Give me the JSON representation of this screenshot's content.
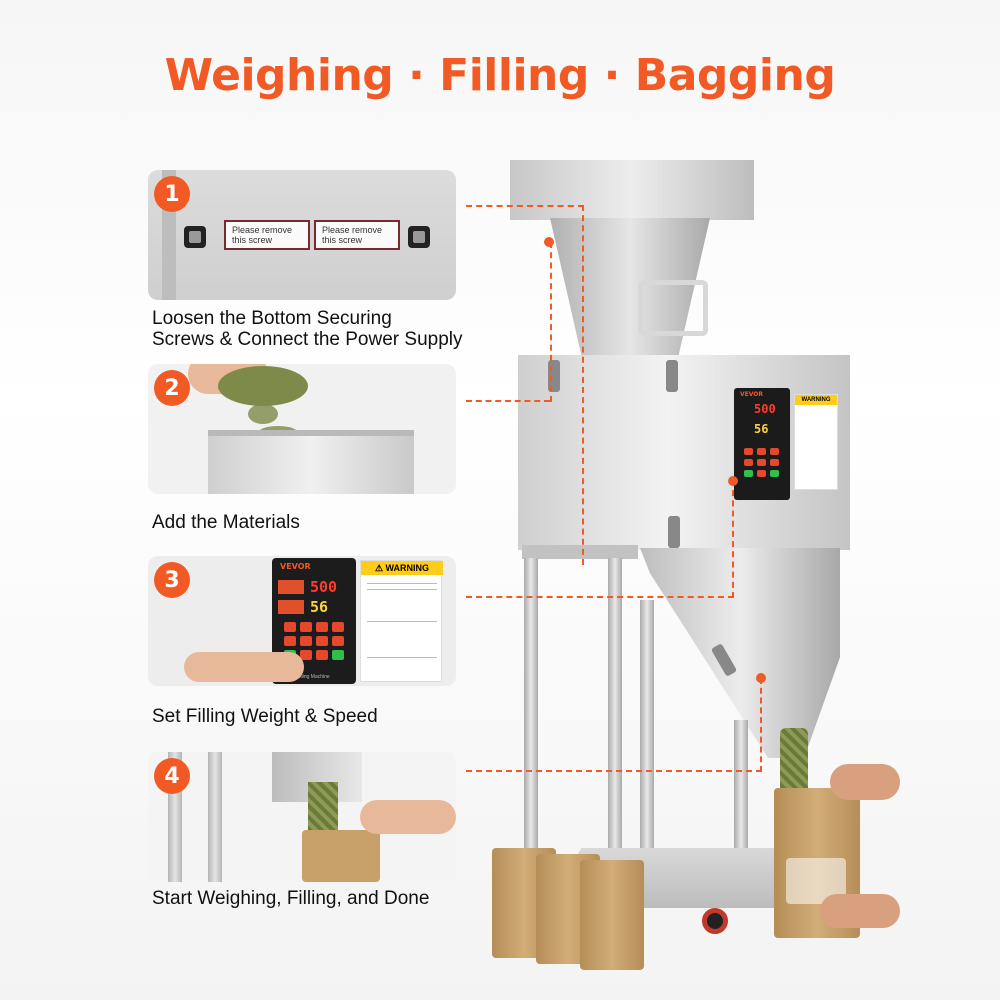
{
  "headline": "Weighing · Filling · Bagging",
  "colors": {
    "accent": "#f15a24",
    "text": "#111111",
    "warning": "#ffcc1a"
  },
  "steps": [
    {
      "number": "1",
      "caption_line1": "Loosen the Bottom Securing",
      "caption_line2": "Screws & Connect the Power Supply",
      "photo_labels": [
        "Please remove this screw",
        "Please remove this screw"
      ]
    },
    {
      "number": "2",
      "caption_line1": "Add the Materials"
    },
    {
      "number": "3",
      "caption_line1": "Set Filling  Weight & Speed",
      "panel": {
        "brand": "VEVOR",
        "weight_display": "500",
        "speed_display": "56",
        "footer": "Powder Filling Machine"
      },
      "warning_title": "WARNING"
    },
    {
      "number": "4",
      "caption_line1": "Start Weighing, Filling, and Done"
    }
  ],
  "machine": {
    "panel_brand": "VEVOR",
    "weight_display": "500",
    "speed_display": "56",
    "warning_title": "WARNING"
  }
}
